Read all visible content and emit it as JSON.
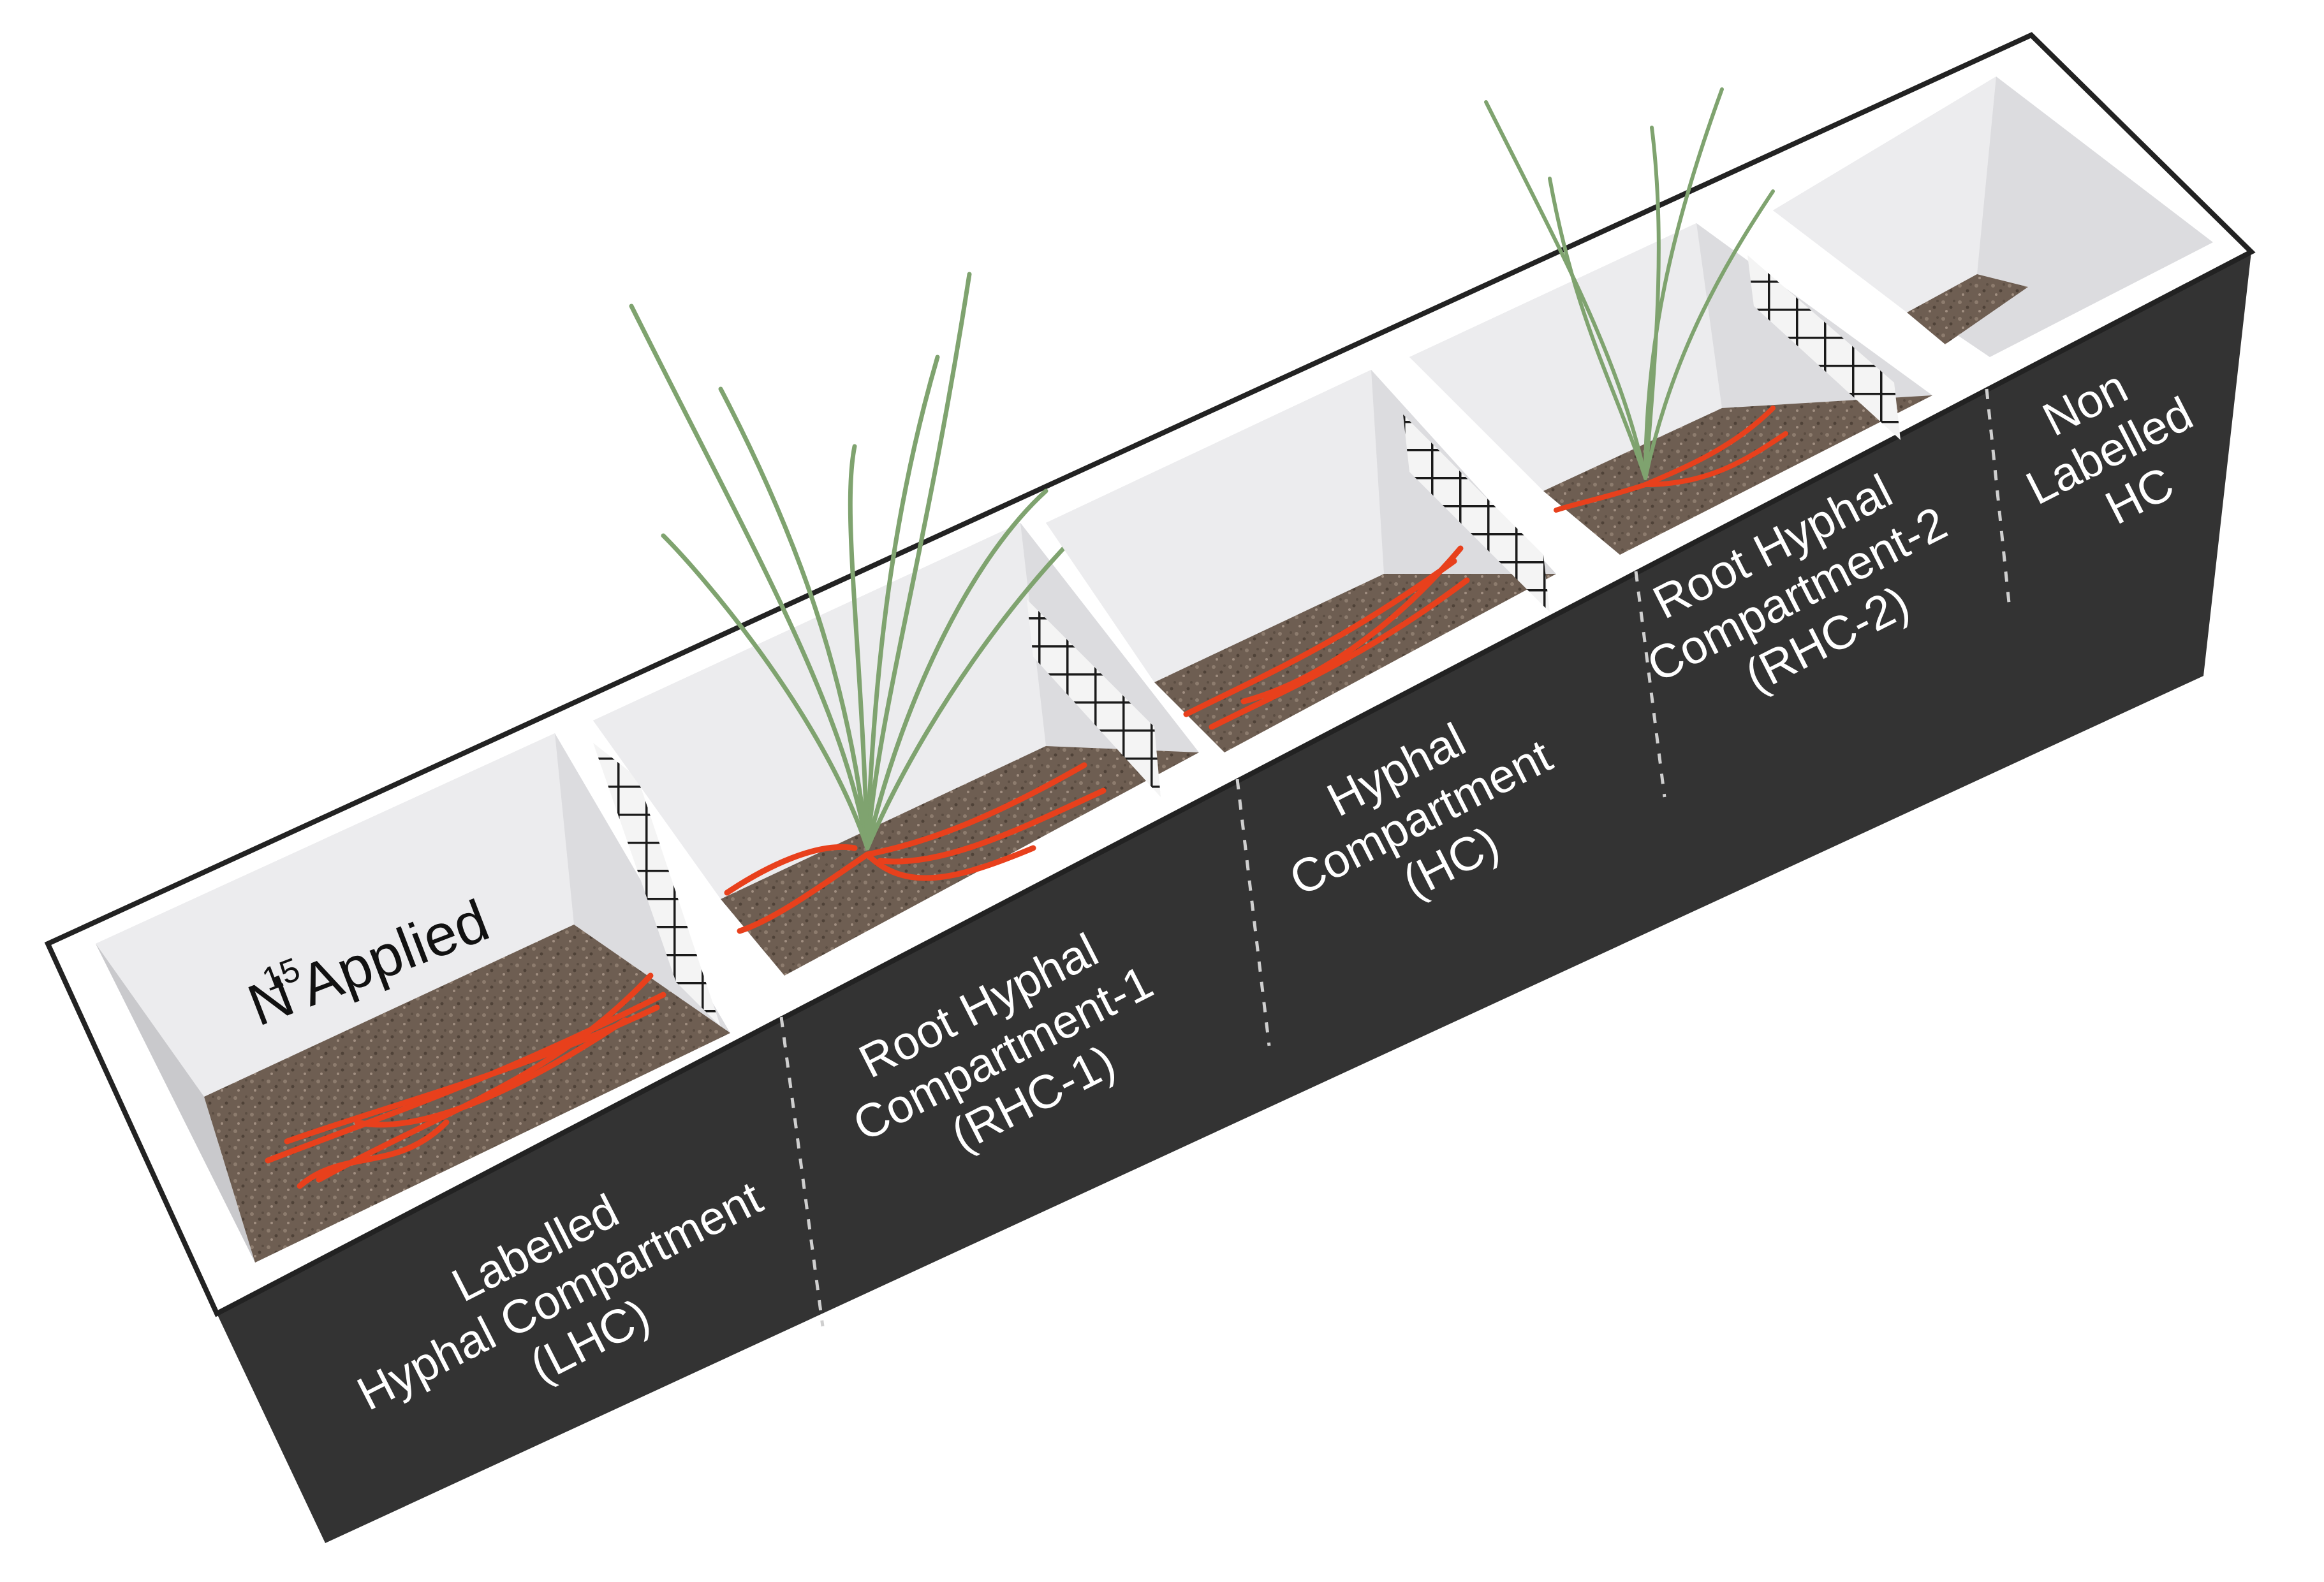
{
  "labels": {
    "applied_isotope": "15",
    "applied_text": "N Applied",
    "lhc": [
      "Labelled",
      "Hyphal Compartment",
      "(LHC)"
    ],
    "rhc1": [
      "Root Hyphal",
      "Compartment-1",
      "(RHC-1)"
    ],
    "hc": [
      "Hyphal",
      "Compartment",
      "(HC)"
    ],
    "rhc2": [
      "Root Hyphal",
      "Compartment-2",
      "(RHC-2)"
    ],
    "nlhc": [
      "Non",
      "Labelled",
      "HC"
    ]
  },
  "colors": {
    "box_side": "#333333",
    "box_top": "#ffffff",
    "interior": "#ececee",
    "interior_shade": "#dcdcdf",
    "soil": "#6e5e52",
    "hyphae": "#e8401c",
    "grass": "#7fa36f",
    "mesh": "#1a1a1a"
  }
}
